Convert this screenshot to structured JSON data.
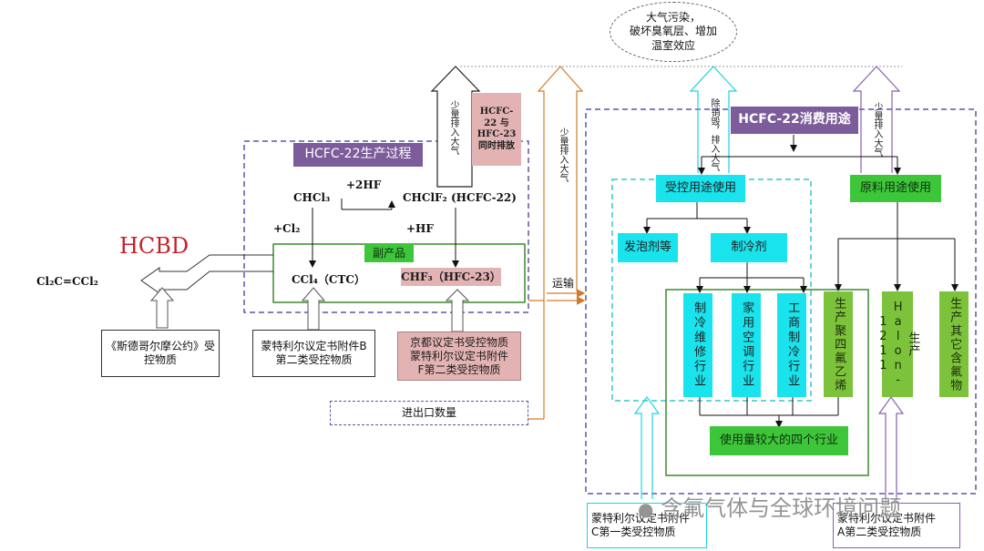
{
  "cloud": {
    "line1": "大气污染，",
    "line2": "破坏臭氧层、增加",
    "line3": "温室效应"
  },
  "production": {
    "title": "HCFC-22生产过程",
    "chcl3": "CHCl₃",
    "plus_2hf": "+2HF",
    "chclf2": "CHClF₂ (HCFC-22)",
    "plus_cl2": "+Cl₂",
    "plus_hf": "+HF",
    "byproduct_label": "副产品",
    "ccl4": "CCl₄（CTC）",
    "chf3": "CHF₃（HFC-23）",
    "cofire_note": "HCFC-22 与 HFC-23 同时排放",
    "emission_small_1": "少量排入大气"
  },
  "hcbd": {
    "label": "HCBD",
    "formula": "Cl₂C=CCl₂"
  },
  "controls": {
    "stockholm": "《斯德哥尔摩公约》受控物质",
    "montreal_b": "蒙特利尔议定书附件B第二类受控物质",
    "kyoto_f_line1": "京都议定书受控物质",
    "kyoto_f_line2": "蒙特利尔议定书附件",
    "kyoto_f_line3": "F第二类受控物质",
    "montreal_c_line1": "蒙特利尔议定书附件",
    "montreal_c_line2": "C第一类受控物质",
    "montreal_a_line1": "蒙特利尔议定书附件",
    "montreal_a_line2": "A第二类受控物质"
  },
  "import_export": "进出口数量",
  "transport": "运输",
  "emission_small_2": "少量排入大气",
  "emission_small_3": "少量排入大气",
  "except_destroyed": "除销毁，排入大气",
  "consumption": {
    "title": "HCFC-22消费用途",
    "controlled_use": "受控用途使用",
    "feedstock_use": "原料用途使用",
    "foaming": "发泡剂等",
    "refrigerant": "制冷剂",
    "repair": "制冷维修行业",
    "household_ac": "家用空调行业",
    "commercial_ref": "工商制冷行业",
    "ptfe": "生产聚四氟乙烯",
    "halon": "生产Halon-1211",
    "other_fluoride": "生产其它含氟物",
    "four_sectors": "使用量较大的四个行业"
  },
  "watermark": "含氟气体与全球环境问题"
}
